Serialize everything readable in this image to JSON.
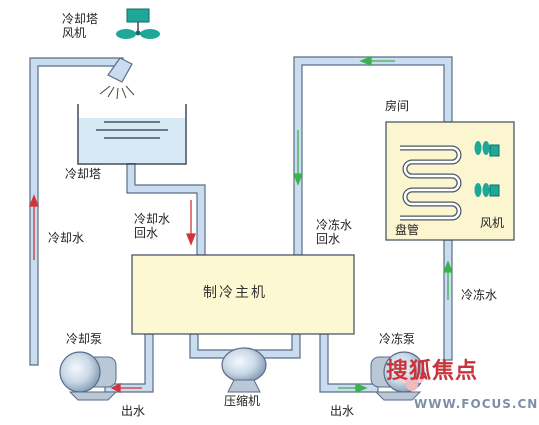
{
  "labels": {
    "tower_fan": "冷却塔\n风机",
    "cooling_tower": "冷却塔",
    "cooling_water": "冷却水",
    "cooling_water_return": "冷却水\n回水",
    "cooling_pump": "冷却泵",
    "outlet_left": "出水",
    "compressor": "压缩机",
    "outlet_right": "出水",
    "chilled_pump": "冷冻泵",
    "chilled_water_return": "冷冻水\n回水",
    "chilled_water": "冷冻水",
    "room": "房间",
    "coil": "盘管",
    "fan": "风机",
    "chiller": "制冷主机"
  },
  "watermark": {
    "brand_sou": "搜",
    "brand_hu": "狐",
    "brand_jiao": "焦",
    "brand_dian": "点",
    "url": "WWW.FOCUS.CN"
  },
  "colors": {
    "pipe": "#c9dcf0",
    "pipe_edge": "#5a6d86",
    "chiller_fill": "#fbf8d2",
    "water_fill": "#d6e9f5",
    "arrow_red": "#d0343a",
    "arrow_green": "#3bb24a",
    "fan_fill": "#1fa89a",
    "room_fill": "#fbf5d0"
  }
}
